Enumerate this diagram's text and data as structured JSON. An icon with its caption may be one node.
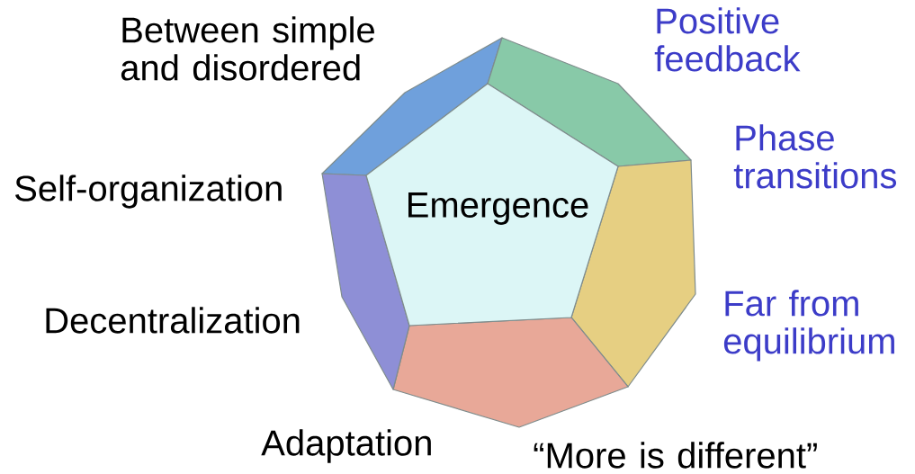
{
  "diagram": {
    "nodes": [
      {
        "text": [
          "Emergence"
        ]
      }
    ],
    "labels": [
      "Between simple and disordered",
      "Positive feedback",
      "Phase transitions",
      "Self-organization",
      "Decentralization",
      "Far from equilibrium",
      "Adaptation",
      "“More is different”"
    ]
  }
}
